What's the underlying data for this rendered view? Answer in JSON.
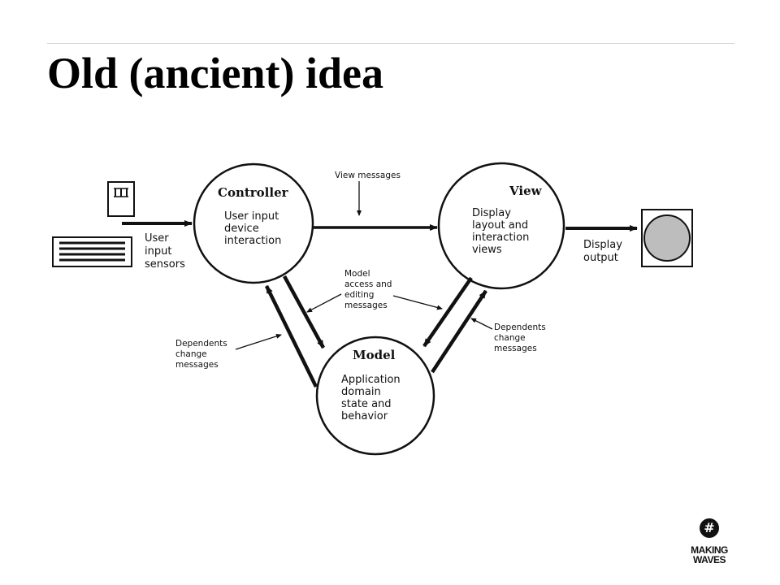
{
  "slide": {
    "title": "Old (ancient) idea"
  },
  "diagram": {
    "controller": {
      "title": "Controller",
      "lines": [
        "User input",
        "device",
        "interaction"
      ]
    },
    "view": {
      "title": "View",
      "lines": [
        "Display",
        "layout and",
        "interaction",
        "views"
      ]
    },
    "model": {
      "title": "Model",
      "lines": [
        "Application",
        "domain",
        "state and",
        "behavior"
      ]
    },
    "labels": {
      "user_input": [
        "User",
        "input",
        "sensors"
      ],
      "view_messages": "View  messages",
      "display_output": [
        "Display",
        "output"
      ],
      "model_access": [
        "Model",
        "access and",
        "editing",
        "messages"
      ],
      "dependents_left": [
        "Dependents",
        "change",
        "messages"
      ],
      "dependents_right": [
        "Dependents",
        "change",
        "messages"
      ]
    }
  },
  "logo": {
    "mark": "#",
    "line1": "MAKING",
    "line2": "WAVES"
  }
}
